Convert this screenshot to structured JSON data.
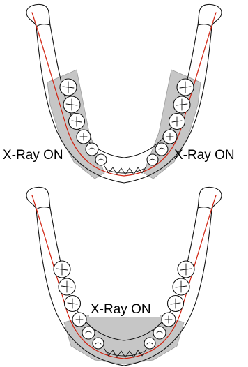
{
  "colors": {
    "nerve_line": "#d0210f",
    "exposure_area": "#bdbdbd",
    "outline": "#111111"
  },
  "diagram_top": {
    "label_left": "X-Ray ON",
    "label_right": "X-Ray ON"
  },
  "diagram_bottom": {
    "label_center": "X-Ray ON"
  }
}
